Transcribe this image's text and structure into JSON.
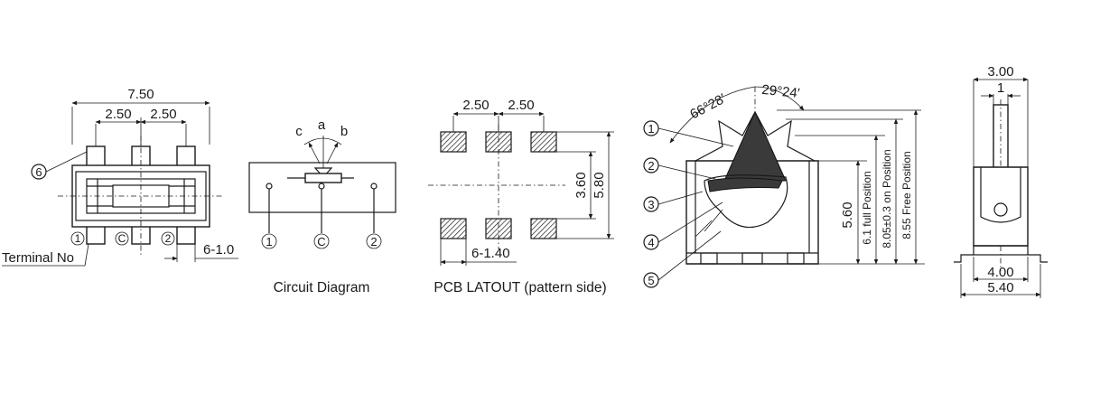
{
  "front_view": {
    "width": "7.50",
    "pitch_left": "2.50",
    "pitch_right": "2.50",
    "pin_width": "6-1.0",
    "callout": "6",
    "terminal_label": "Terminal No",
    "terminal_1": "1",
    "terminal_c": "C",
    "terminal_2": "2"
  },
  "circuit": {
    "label_a": "a",
    "label_b": "b",
    "label_c": "c",
    "terminal_1": "1",
    "terminal_c": "C",
    "terminal_2": "2",
    "caption": "Circuit Diagram"
  },
  "pcb": {
    "pitch_left": "2.50",
    "pitch_right": "2.50",
    "inner_height": "3.60",
    "outer_height": "5.80",
    "pad_width": "6-1.40",
    "caption": "PCB LATOUT  (pattern side)"
  },
  "side_view": {
    "angle_left": "66°28′",
    "angle_right": "29°24′",
    "callouts": [
      "1",
      "2",
      "3",
      "4",
      "5"
    ],
    "height": "5.60",
    "full_position": "6.1 full Position",
    "on_position": "8.05±0.3 on Position",
    "free_position": "8.55 Free Position"
  },
  "end_view": {
    "top_width": "3.00",
    "top_inner": "1",
    "bottom_inner": "4.00",
    "bottom_outer": "5.40"
  }
}
